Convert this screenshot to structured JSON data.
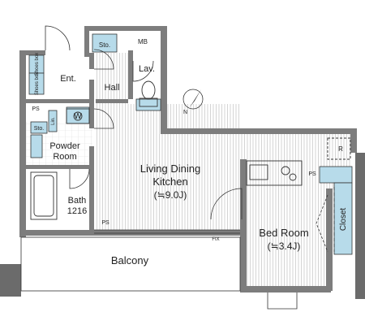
{
  "floorplan": {
    "rooms": {
      "entrance": "Ent.",
      "hall": "Hall",
      "lavatory": "Lav.",
      "storage_top": "Sto.",
      "meter_box": "MB",
      "shoes_box_1": "Shoes box",
      "shoes_box_2": "Shoes box",
      "pipe_space_left": "PS",
      "washer": "W",
      "storage_left": "Sto.",
      "linen": "Lin.",
      "powder_room": [
        "Powder",
        "Room"
      ],
      "bath": [
        "Bath",
        "1216"
      ],
      "pipe_space_bottom": "PS",
      "living": [
        "Living Dining",
        "Kitchen",
        "(≒9.0J)"
      ],
      "pipe_space_right": "PS",
      "refrigerator": "R",
      "bedroom": [
        "Bed Room",
        "(≒3.4J)"
      ],
      "closet": "Closet",
      "balcony": "Balcony",
      "fix_window": "FIX"
    },
    "colors": {
      "wall": "#7d7d7d",
      "wall_dark": "#6b6b6b",
      "storage_fill": "#b7dbea",
      "floor_stripe": "#c9c9c9",
      "line": "#333333"
    }
  }
}
